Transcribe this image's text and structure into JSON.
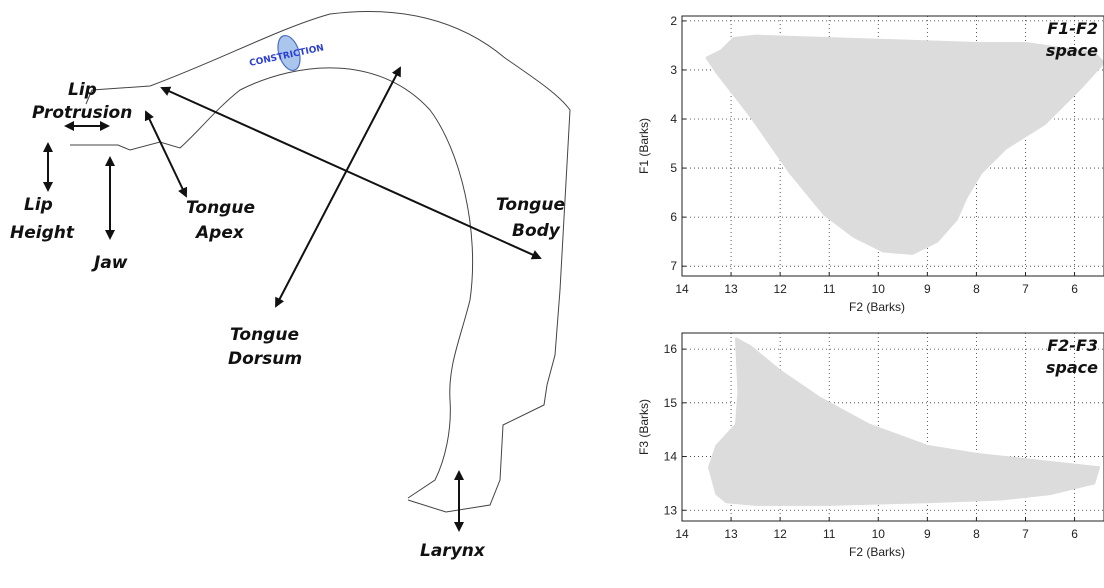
{
  "diagram": {
    "labels": {
      "lip_protrusion_line1": "Lip",
      "lip_protrusion_line2": "Protrusion",
      "lip_height_line1": "Lip",
      "lip_height_line2": "Height",
      "jaw": "Jaw",
      "tongue_apex_line1": "Tongue",
      "tongue_apex_line2": "Apex",
      "tongue_body_line1": "Tongue",
      "tongue_body_line2": "Body",
      "tongue_dorsum_line1": "Tongue",
      "tongue_dorsum_line2": "Dorsum",
      "larynx": "Larynx",
      "constriction": "CONSTRICTION"
    }
  },
  "chart_data": [
    {
      "type": "scatter",
      "panel_label_line1": "F1-F2",
      "panel_label_line2": "space",
      "xlabel": "F2 (Barks)",
      "ylabel": "F1 (Barks)",
      "x_ticks": [
        "14",
        "13",
        "12",
        "11",
        "10",
        "9",
        "8",
        "7",
        "6"
      ],
      "y_ticks": [
        "2",
        "3",
        "4",
        "5",
        "6",
        "7"
      ],
      "xlim": [
        14,
        5.4
      ],
      "ylim": [
        1.9,
        7.2
      ],
      "x_reversed": true,
      "y_reversed": true,
      "grid": true,
      "point_color": "#dcdcdc",
      "region_outline_xy": [
        [
          13.5,
          2.75
        ],
        [
          13.2,
          2.6
        ],
        [
          12.95,
          2.35
        ],
        [
          12.5,
          2.3
        ],
        [
          11.0,
          2.35
        ],
        [
          9.5,
          2.4
        ],
        [
          8.0,
          2.45
        ],
        [
          7.0,
          2.45
        ],
        [
          6.3,
          2.55
        ],
        [
          5.6,
          2.65
        ],
        [
          5.4,
          2.85
        ],
        [
          5.9,
          3.4
        ],
        [
          6.6,
          4.1
        ],
        [
          7.4,
          4.6
        ],
        [
          7.9,
          5.1
        ],
        [
          8.2,
          5.6
        ],
        [
          8.4,
          6.05
        ],
        [
          8.8,
          6.5
        ],
        [
          9.3,
          6.75
        ],
        [
          9.9,
          6.7
        ],
        [
          10.5,
          6.4
        ],
        [
          11.1,
          5.95
        ],
        [
          11.8,
          5.1
        ],
        [
          12.6,
          3.95
        ],
        [
          13.3,
          3.05
        ]
      ]
    },
    {
      "type": "scatter",
      "panel_label_line1": "F2-F3",
      "panel_label_line2": "space",
      "xlabel": "F2 (Barks)",
      "ylabel": "F3 (Barks)",
      "x_ticks": [
        "14",
        "13",
        "12",
        "11",
        "10",
        "9",
        "8",
        "7",
        "6"
      ],
      "y_ticks": [
        "16",
        "15",
        "14",
        "13"
      ],
      "xlim": [
        14,
        5.4
      ],
      "ylim": [
        12.8,
        16.3
      ],
      "x_reversed": true,
      "y_reversed": false,
      "grid": true,
      "point_color": "#dcdcdc",
      "region_outline_xy": [
        [
          13.3,
          13.3
        ],
        [
          13.45,
          13.8
        ],
        [
          13.3,
          14.2
        ],
        [
          12.9,
          14.6
        ],
        [
          12.85,
          15.2
        ],
        [
          12.9,
          16.2
        ],
        [
          12.6,
          16.05
        ],
        [
          12.0,
          15.6
        ],
        [
          11.2,
          15.1
        ],
        [
          10.2,
          14.6
        ],
        [
          9.0,
          14.2
        ],
        [
          8.0,
          14.05
        ],
        [
          7.0,
          13.95
        ],
        [
          6.0,
          13.85
        ],
        [
          5.5,
          13.8
        ],
        [
          5.6,
          13.5
        ],
        [
          6.5,
          13.3
        ],
        [
          7.5,
          13.2
        ],
        [
          9.0,
          13.15
        ],
        [
          11.0,
          13.1
        ],
        [
          12.5,
          13.1
        ],
        [
          13.1,
          13.15
        ]
      ]
    }
  ]
}
